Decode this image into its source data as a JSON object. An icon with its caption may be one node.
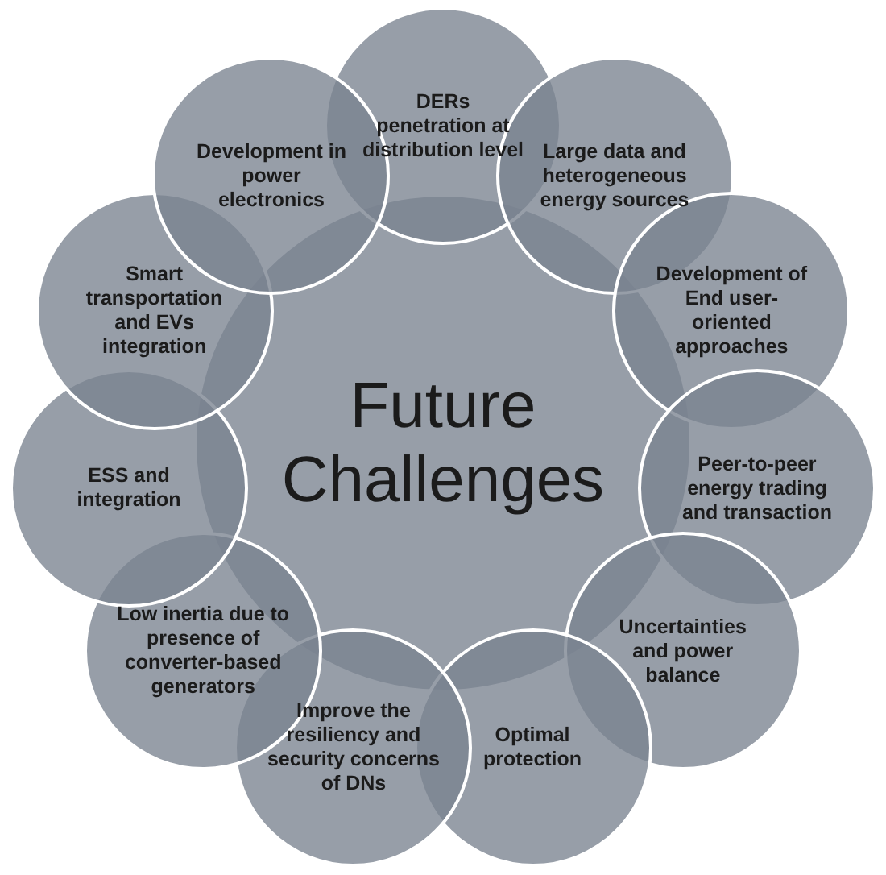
{
  "diagram": {
    "nodes": [
      {
        "text": [
          "Future Challenges"
        ]
      },
      {
        "text": [
          "DERs penetration at distribution level"
        ]
      },
      {
        "text": [
          "Large data and heterogeneous energy sources"
        ]
      },
      {
        "text": [
          "Development of End user-oriented approaches"
        ]
      },
      {
        "text": [
          "Peer-to-peer energy trading and transaction"
        ]
      },
      {
        "text": [
          "Uncertainties and power balance"
        ]
      },
      {
        "text": [
          "Optimal protection"
        ]
      },
      {
        "text": [
          "Improve the resiliency and security concerns of DNs"
        ]
      },
      {
        "text": [
          "Low inertia due to presence of converter-based generators"
        ]
      },
      {
        "text": [
          "ESS and integration"
        ]
      },
      {
        "text": [
          "Smart transportation and EVs integration"
        ]
      },
      {
        "text": [
          "Development in power electronics"
        ]
      }
    ]
  }
}
